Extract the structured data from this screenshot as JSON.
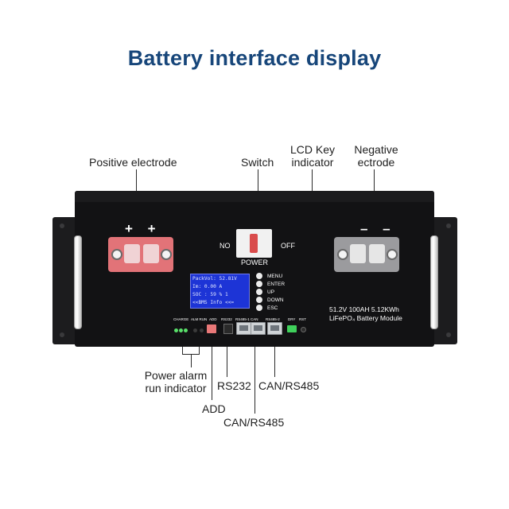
{
  "title": "Battery interface display",
  "callouts": {
    "positive_electrode": "Positive electrode",
    "switch": "Switch",
    "lcd_key_indicator_line1": "LCD Key",
    "lcd_key_indicator_line2": "indicator",
    "negative_line1": "Negative",
    "negative_line2": "ectrode",
    "power_alarm_line1": "Power alarm",
    "power_alarm_line2": "run indicator",
    "rs232": "RS232",
    "can_rs485_right": "CAN/RS485",
    "add": "ADD",
    "can_rs485_bottom": "CAN/RS485"
  },
  "panel": {
    "plus_signs": "+ +",
    "minus_signs": "– –",
    "switch_no": "NO",
    "switch_off": "OFF",
    "power_label": "POWER",
    "lcd_lines": [
      "PackVol: 52.81V",
      "Im:     0.00 A",
      "SOC :  59 % 1",
      "<<BMS Info <<="
    ],
    "keys": [
      "MENU",
      "ENTER",
      "UP",
      "DOWN",
      "ESC"
    ],
    "module_line1": "51.2V 100AH 5.12KWh",
    "module_line2": "LiFePO₄ Battery Module",
    "port_labels": {
      "charge": "CHARGE",
      "alm_run": "ALM RUN",
      "add": "ADD",
      "rs232": "RS232",
      "rs485_1_can": "RS485-1 CAN",
      "rs485_2": "RS485-2",
      "dry": "DRY",
      "rst": "RST"
    }
  },
  "colors": {
    "title": "#17467a",
    "panel": "#121214",
    "positive_terminal": "#e27378",
    "negative_terminal": "#9b9b9e",
    "lcd": "#1d34d6",
    "led": "#59e06a"
  }
}
